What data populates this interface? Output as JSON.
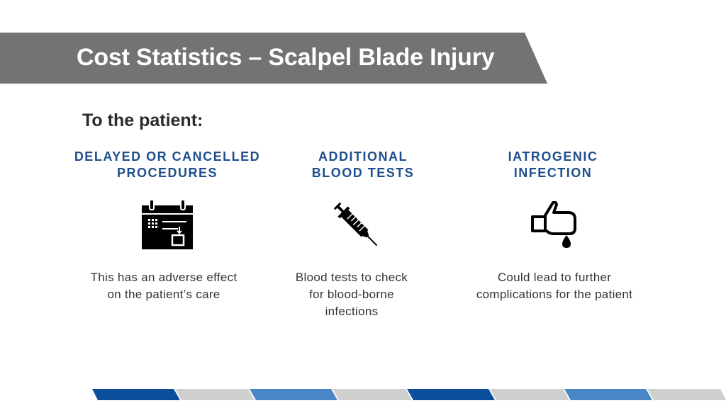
{
  "slide": {
    "title": "Cost Statistics – Scalpel Blade Injury",
    "subtitle": "To the patient:"
  },
  "columns": [
    {
      "heading_line1": "DELAYED OR CANCELLED",
      "heading_line2": "PROCEDURES",
      "icon": "calendar-icon",
      "desc_line1": "This has an adverse effect",
      "desc_line2": "on the patient’s care"
    },
    {
      "heading_line1": "ADDITIONAL",
      "heading_line2": "BLOOD TESTS",
      "icon": "syringe-icon",
      "desc_line1": "Blood tests to check",
      "desc_line2": "for blood-borne",
      "desc_line3": "infections"
    },
    {
      "heading_line1": "IATROGENIC",
      "heading_line2": "INFECTION",
      "icon": "hand-blood-drop-icon",
      "desc_line1": "Could lead to further",
      "desc_line2": "complications for the patient"
    }
  ],
  "colors": {
    "banner": "#737373",
    "heading": "#1f4e8c",
    "stripe_dark_blue": "#0b4f9c",
    "stripe_light_blue": "#4a86c5",
    "stripe_grey": "#cfcfcf"
  }
}
